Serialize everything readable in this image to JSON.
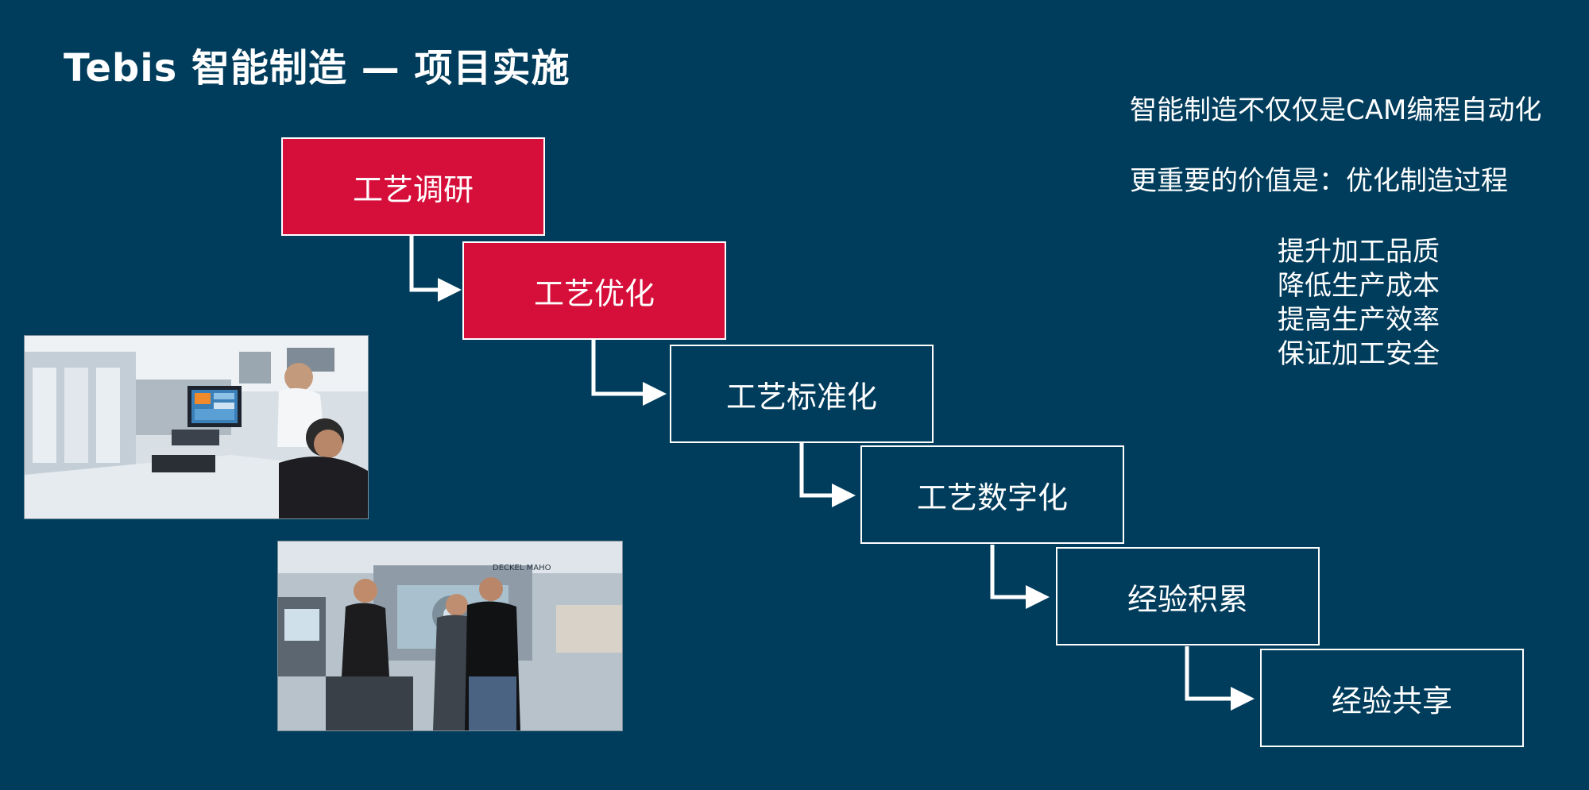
{
  "slide": {
    "title": "Tebis 智能制造 — 项目实施",
    "statements": [
      "智能制造不仅仅是CAM编程自动化",
      "更重要的价值是：优化制造过程"
    ],
    "benefits": [
      "提升加工品质",
      "降低生产成本",
      "提高生产效率",
      "保证加工安全"
    ]
  },
  "steps": [
    {
      "label": "工艺调研",
      "highlighted": true
    },
    {
      "label": "工艺优化",
      "highlighted": true
    },
    {
      "label": "工艺标准化",
      "highlighted": false
    },
    {
      "label": "工艺数字化",
      "highlighted": false
    },
    {
      "label": "经验积累",
      "highlighted": false
    },
    {
      "label": "经验共享",
      "highlighted": false
    }
  ],
  "colors": {
    "background": "#003d5c",
    "highlight": "#d60f3a",
    "text": "#ffffff"
  },
  "photos": [
    {
      "subject": "engineers-at-workstation-photo"
    },
    {
      "subject": "machine-operators-photo",
      "sign_text": "DECKEL MAHO"
    }
  ]
}
